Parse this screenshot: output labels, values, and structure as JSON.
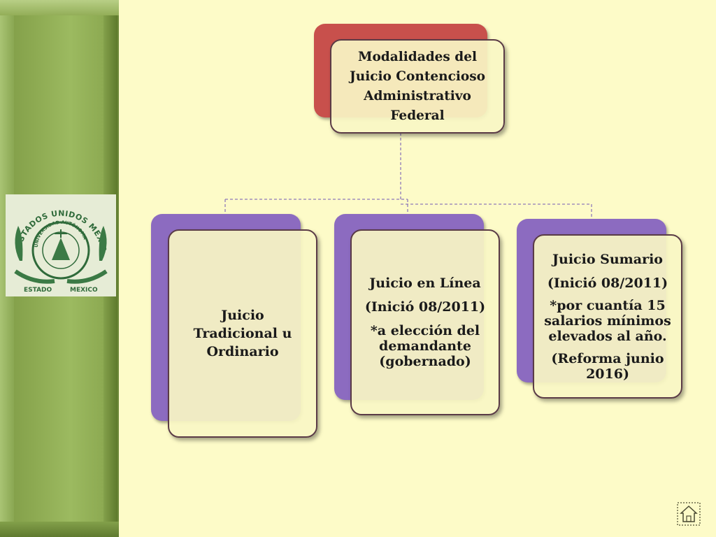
{
  "root": {
    "lines": [
      "Modalidades del",
      "Juicio Contencioso",
      "Administrativo",
      "Federal"
    ]
  },
  "children": [
    {
      "lines": [
        "Juicio",
        "Tradicional u",
        "Ordinario"
      ]
    },
    {
      "lines": [
        "Juicio en Línea",
        "(Inició  08/2011)",
        "*a elección del demandante (gobernado)"
      ]
    },
    {
      "lines": [
        "Juicio Sumario",
        "(Inició  08/2011)",
        "*por cuantía 15 salarios mínimos elevados al año.",
        "(Reforma junio 2016)"
      ]
    }
  ],
  "seal": {
    "top_text": "ESTADOS UNIDOS MEXICANOS",
    "inner_text": "UNIVERSIDAD AUTÓNOMA",
    "bottom_left": "ESTADO",
    "bottom_right": "MEXICO"
  },
  "colors": {
    "root_back": "#c8504c",
    "child_back": "#8c6bc0",
    "box_fill": "#f8f6c4",
    "connector": "#8f7ab8"
  },
  "icons": {
    "home": "home-icon"
  }
}
